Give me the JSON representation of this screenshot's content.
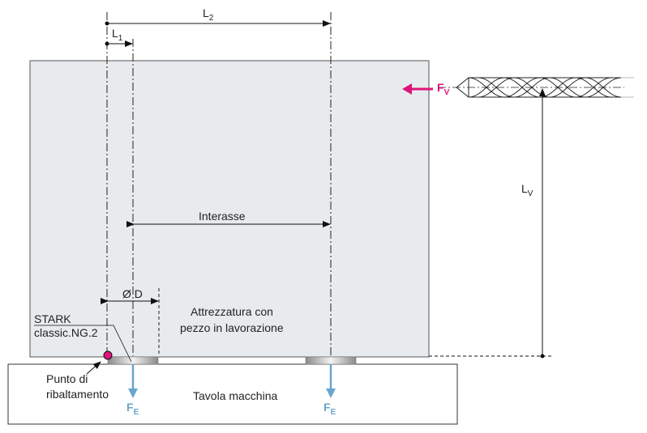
{
  "dimensions": {
    "l2": {
      "main": "L",
      "sub": "2"
    },
    "l1": {
      "main": "L",
      "sub": "1"
    },
    "lv": {
      "main": "L",
      "sub": "V"
    },
    "interasse": "Interasse",
    "diameter": "Ø D"
  },
  "forces": {
    "fv": {
      "main": "F",
      "sub": "V"
    },
    "fe_left": {
      "main": "F",
      "sub": "E"
    },
    "fe_right": {
      "main": "F",
      "sub": "E"
    }
  },
  "labels": {
    "stark_line1": "STARK",
    "stark_line2": "classic.NG.2",
    "fixture_line1": "Attrezzatura con",
    "fixture_line2": "pezzo in lavorazione",
    "tipping_line1": "Punto di",
    "tipping_line2": "ribaltamento",
    "table": "Tavola macchina"
  },
  "colors": {
    "fixture_fill": "#e8ebee",
    "force_fv": "#e0147a",
    "force_fe": "#6aa6cc",
    "tipping_point": "#e0147a"
  }
}
